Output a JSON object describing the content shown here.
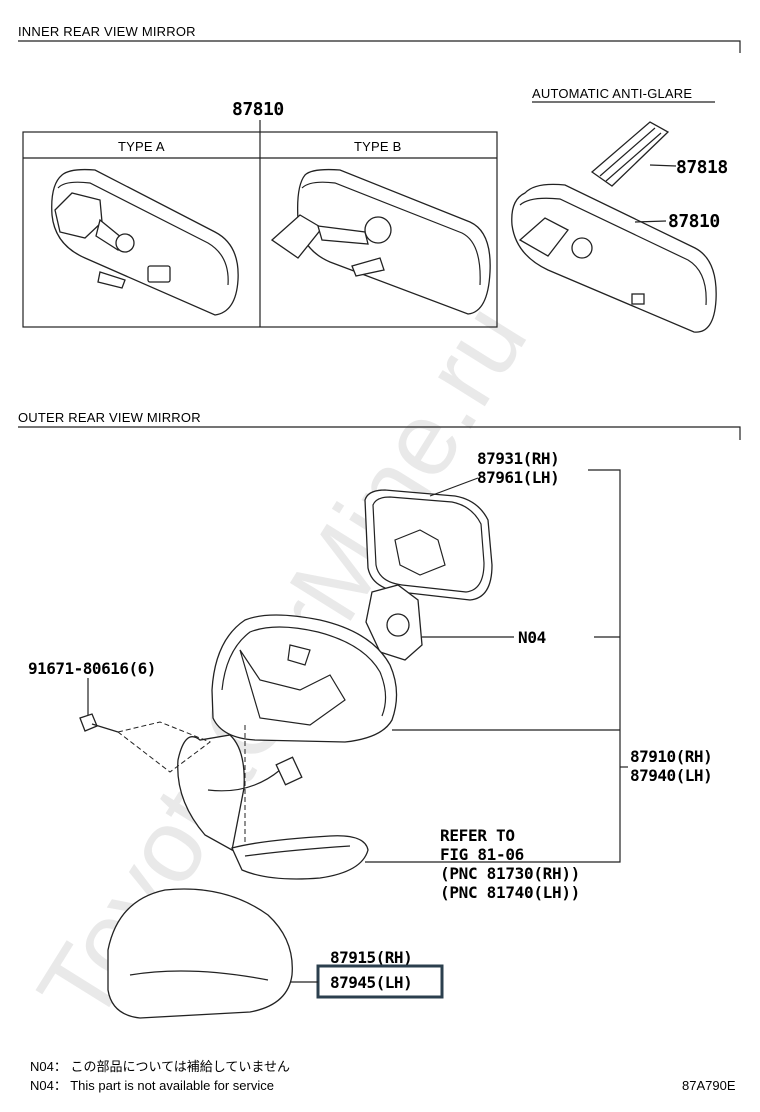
{
  "sections": {
    "inner_title": "INNER REAR VIEW MIRROR",
    "outer_title": "OUTER REAR VIEW MIRROR"
  },
  "inner": {
    "main_part": "87810",
    "type_a": "TYPE A",
    "type_b": "TYPE B",
    "auto_label": "AUTOMATIC ANTI-GLARE",
    "auto_part_1": "87818",
    "auto_part_2": "87810"
  },
  "outer": {
    "glass_rh": "87931(RH)",
    "glass_lh": "87961(LH)",
    "note_code": "N04",
    "screw": "91671-80616(6)",
    "assy_rh": "87910(RH)",
    "assy_lh": "87940(LH)",
    "refer_1": "REFER TO",
    "refer_2": "FIG 81-06",
    "refer_3": "(PNC 81730(RH))",
    "refer_4": "(PNC 81740(LH))",
    "cover_rh": "87915(RH)",
    "cover_lh": "87945(LH)"
  },
  "footer": {
    "note_jp": "N04： この部品については補給していません",
    "note_en": "N04： This part is not available for service",
    "fig_code": "87A790E"
  },
  "watermark": "ToyotaCarMine.ru",
  "colors": {
    "highlight_box": "#2b3f4e"
  }
}
